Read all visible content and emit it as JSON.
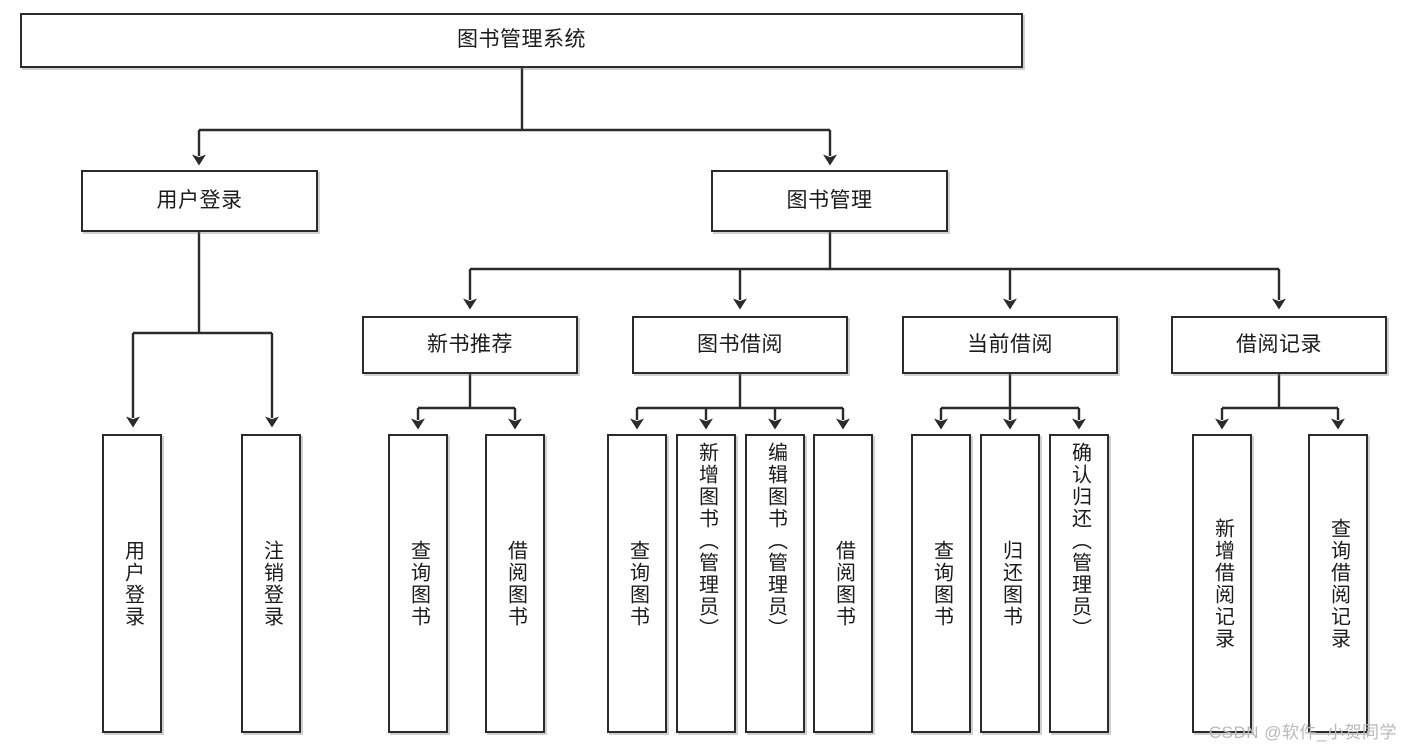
{
  "diagram": {
    "type": "tree-hierarchy-diagram",
    "title": "图书管理系统",
    "watermark": "CSDN @软件_小贺同学",
    "colors": {
      "box_border": "#2b2b2b",
      "box_fill": "#ffffff",
      "connector": "#2b2b2b",
      "watermark": "#b9b9b9",
      "background": "#ffffff"
    },
    "levels": {
      "root": {
        "label": "图书管理系统"
      },
      "level2": [
        {
          "id": "user-login",
          "label": "用户登录"
        },
        {
          "id": "book-management",
          "label": "图书管理"
        }
      ],
      "level3": [
        {
          "id": "new-book-recommend",
          "label": "新书推荐",
          "parent": "book-management"
        },
        {
          "id": "book-borrow",
          "label": "图书借阅",
          "parent": "book-management"
        },
        {
          "id": "current-borrow",
          "label": "当前借阅",
          "parent": "book-management"
        },
        {
          "id": "borrow-record",
          "label": "借阅记录",
          "parent": "book-management"
        }
      ],
      "leaves": [
        {
          "id": "leaf-user-login",
          "label": "用户登录",
          "parent": "user-login"
        },
        {
          "id": "leaf-user-logout",
          "label": "注销登录",
          "parent": "user-login"
        },
        {
          "id": "leaf-query-book-1",
          "label": "查询图书",
          "parent": "new-book-recommend"
        },
        {
          "id": "leaf-borrow-book-1",
          "label": "借阅图书",
          "parent": "new-book-recommend"
        },
        {
          "id": "leaf-query-book-2",
          "label": "查询图书",
          "parent": "book-borrow"
        },
        {
          "id": "leaf-add-book",
          "label": "新增图书（管理员）",
          "parent": "book-borrow"
        },
        {
          "id": "leaf-edit-book",
          "label": "编辑图书（管理员）",
          "parent": "book-borrow"
        },
        {
          "id": "leaf-borrow-book-2",
          "label": "借阅图书",
          "parent": "book-borrow"
        },
        {
          "id": "leaf-query-book-3",
          "label": "查询图书",
          "parent": "current-borrow"
        },
        {
          "id": "leaf-return-book",
          "label": "归还图书",
          "parent": "current-borrow"
        },
        {
          "id": "leaf-confirm-return",
          "label": "确认归还（管理员）",
          "parent": "current-borrow"
        },
        {
          "id": "leaf-add-record",
          "label": "新增借阅记录",
          "parent": "borrow-record"
        },
        {
          "id": "leaf-query-record",
          "label": "查询借阅记录",
          "parent": "borrow-record"
        }
      ]
    }
  }
}
